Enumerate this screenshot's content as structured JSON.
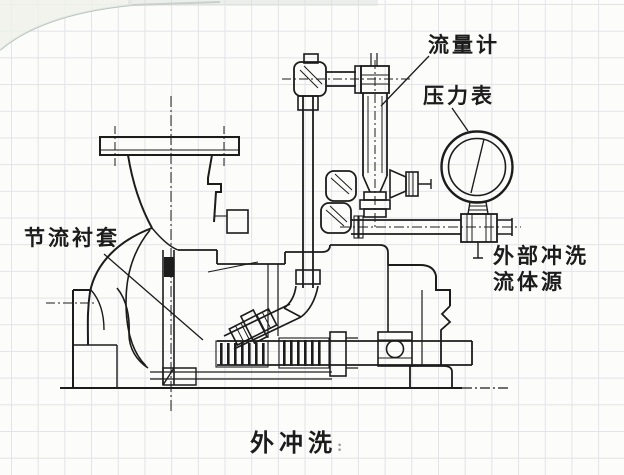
{
  "figure": {
    "type": "pump-seal-external-flush-cross-section",
    "annotations": {
      "flow_meter": "流量计",
      "pressure_gauge": "压力表",
      "throttle_bushing": "节流衬套",
      "external_flush_source": "外部冲洗\n流体源"
    },
    "caption": "外冲洗",
    "caption_mark": ":",
    "colors": {
      "ink": "#1c1c1c",
      "grid": "#e3e3e9",
      "paper": "#fcfcfa",
      "curl": "#b9c6c2"
    }
  }
}
